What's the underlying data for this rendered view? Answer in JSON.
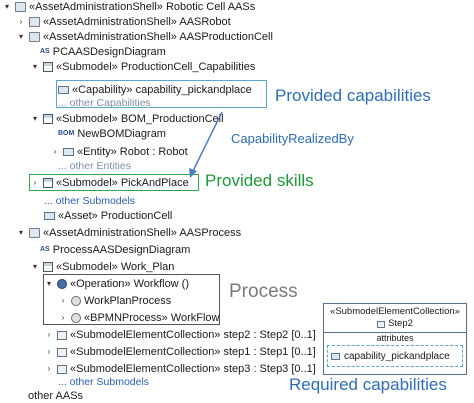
{
  "tree": {
    "r0": "«AssetAdministrationShell» Robotic Cell AASs",
    "r1": "«AssetAdministrationShell» AASRobot",
    "r2": "«AssetAdministrationShell» AASProductionCell",
    "r3": "PCAASDesignDiagram",
    "r4": "«Submodel» ProductionCell_Capabilities",
    "r5": "«Capability» capability_pickandplace",
    "r6": "... other Capabilities",
    "r7": "«Submodel» BOM_ProductionCell",
    "r8": "NewBOMDiagram",
    "r9": "«Entity» Robot : Robot",
    "r10": "... other Entities",
    "r11": "«Submodel» PickAndPlace",
    "r12": "... other Submodels",
    "r13": "«Asset» ProductionCell",
    "r14": "«AssetAdministrationShell» AASProcess",
    "r15": "ProcessAASDesignDiagram",
    "r16": "«Submodel» Work_Plan",
    "r17": "«Operation» Workflow ()",
    "r18": "WorkPlanProcess",
    "r19": "«BPMNProcess» WorkFlow",
    "r20": "«SubmodelElementCollection» step2 : Step2 [0..1]",
    "r21": "«SubmodelElementCollection» step1 : Step1 [0..1]",
    "r22": "«SubmodelElementCollection» step3 : Step3 [0..1]",
    "r23": "... other Submodels",
    "r24": "other AASs"
  },
  "annotations": {
    "provided_capabilities": "Provided capabilities",
    "capability_realized_by": "CapabilityRealizedBy",
    "provided_skills": "Provided skills",
    "process": "Process",
    "required_capabilities": "Required capabilities"
  },
  "diagram_box": {
    "stereotype": "«SubmodelElementCollection»",
    "name": "Step2",
    "compartment": "attributes",
    "attribute": "capability_pickandplace"
  },
  "colors": {
    "annotation_blue": "#2f6db5",
    "skills_green": "#1e9a3a",
    "process_gray": "#7a7a7a"
  }
}
